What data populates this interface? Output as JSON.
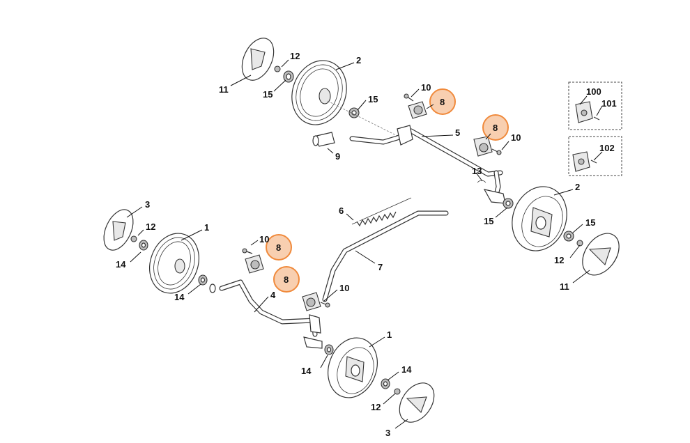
{
  "callouts": {
    "c11a": "11",
    "c12a": "12",
    "c15a": "15",
    "c2a": "2",
    "c15b": "15",
    "c10a": "10",
    "c8a": "8",
    "c8b": "8",
    "c10b": "10",
    "c5": "5",
    "c9": "9",
    "c13": "13",
    "c2b": "2",
    "c15c": "15",
    "c15d": "15",
    "c12d": "12",
    "c11b": "11",
    "c6": "6",
    "c7": "7",
    "c3a": "3",
    "c12b": "12",
    "c1a": "1",
    "c14a": "14",
    "c14b": "14",
    "c10c": "10",
    "c8c": "8",
    "c8d": "8",
    "c10d": "10",
    "c4": "4",
    "c1b": "1",
    "c14c": "14",
    "c14d": "14",
    "c12c": "12",
    "c3b": "3",
    "c100": "100",
    "c101": "101",
    "c102": "102"
  },
  "colors": {
    "highlight_fill": "#f8cfb0",
    "highlight_stroke": "#f08a3c",
    "line": "#333333",
    "background": "#ffffff"
  }
}
